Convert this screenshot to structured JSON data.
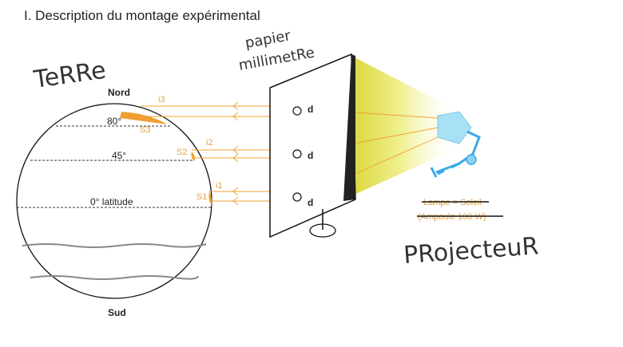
{
  "heading": "I. Description du montage expérimental",
  "globe": {
    "north": "Nord",
    "south": "Sud",
    "latitudes": [
      "80°",
      "45°",
      "0° latitude"
    ],
    "surfaces": [
      "S3",
      "S2",
      "S1"
    ],
    "incidences": [
      "i3",
      "i2",
      "i1"
    ]
  },
  "screen": {
    "hole_label": "d"
  },
  "lamp": {
    "line1": "Lampe = Soleil",
    "line2": "(Ampoule 100 W)"
  },
  "annotations": {
    "terre": "TeRRe",
    "papier": "papier",
    "millimetre": "millimetRe",
    "projecteur": "PRojecteuR"
  },
  "colors": {
    "orange": "#f0a030",
    "light": "#e8e060",
    "blue": "#3aa8e8"
  }
}
